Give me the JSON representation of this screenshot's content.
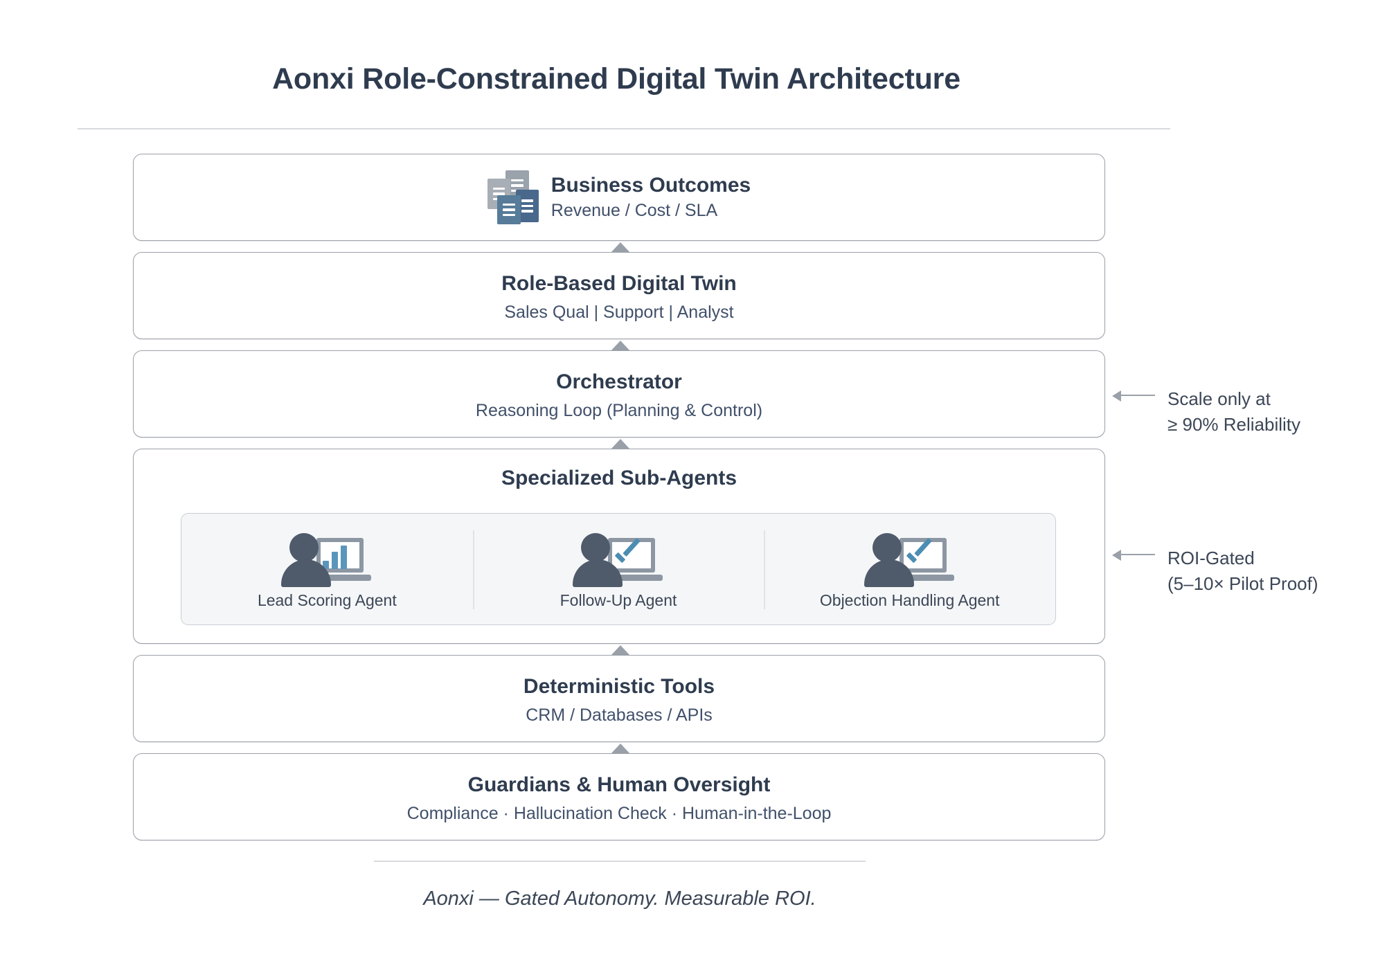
{
  "page_title": "Aonxi Role-Constrained Digital Twin Architecture",
  "colors": {
    "heading": "#2f3c4f",
    "body_text": "#3b4656",
    "box_border": "#9ba0a8",
    "panel_fill": "#f5f6f8",
    "divider": "#d7d9de",
    "accent_blue": "#4b8db3",
    "icon_dark": "#4f5a6b",
    "icon_gray": "#8d97a3"
  },
  "layers": [
    {
      "id": "business-outcomes",
      "title": "Business Outcomes",
      "subtitle": "Revenue / Cost / SLA",
      "icon": "documents-cluster-icon"
    },
    {
      "id": "role-based-digital-twin",
      "title": "Role-Based Digital Twin",
      "subtitle": "Sales Qual | Support | Analyst"
    },
    {
      "id": "orchestrator",
      "title": "Orchestrator",
      "subtitle": "Reasoning Loop (Planning & Control)"
    },
    {
      "id": "specialized-sub-agents",
      "title": "Specialized Sub-Agents",
      "agents": [
        {
          "label": "Lead Scoring Agent",
          "icon": "person-with-bar-chart-screen-icon"
        },
        {
          "label": "Follow-Up Agent",
          "icon": "person-with-check-screen-icon"
        },
        {
          "label": "Objection Handling Agent",
          "icon": "person-with-check-screen-icon"
        }
      ]
    },
    {
      "id": "deterministic-tools",
      "title": "Deterministic Tools",
      "subtitle": "CRM / Databases / APIs"
    },
    {
      "id": "guardians-human-oversight",
      "title": "Guardians & Human Oversight",
      "subtitle": "Compliance · Hallucination Check · Human-in-the-Loop"
    }
  ],
  "annotations": [
    {
      "id": "scale-gate",
      "arrow_icon": "arrow-left-icon",
      "line1": "Scale only at",
      "line2": "≥ 90% Reliability"
    },
    {
      "id": "roi-gate",
      "arrow_icon": "arrow-left-icon",
      "line1": "ROI-Gated",
      "line2": "(5–10× Pilot Proof)"
    }
  ],
  "footer": {
    "tagline": "Aonxi — Gated Autonomy. Measurable ROI."
  }
}
